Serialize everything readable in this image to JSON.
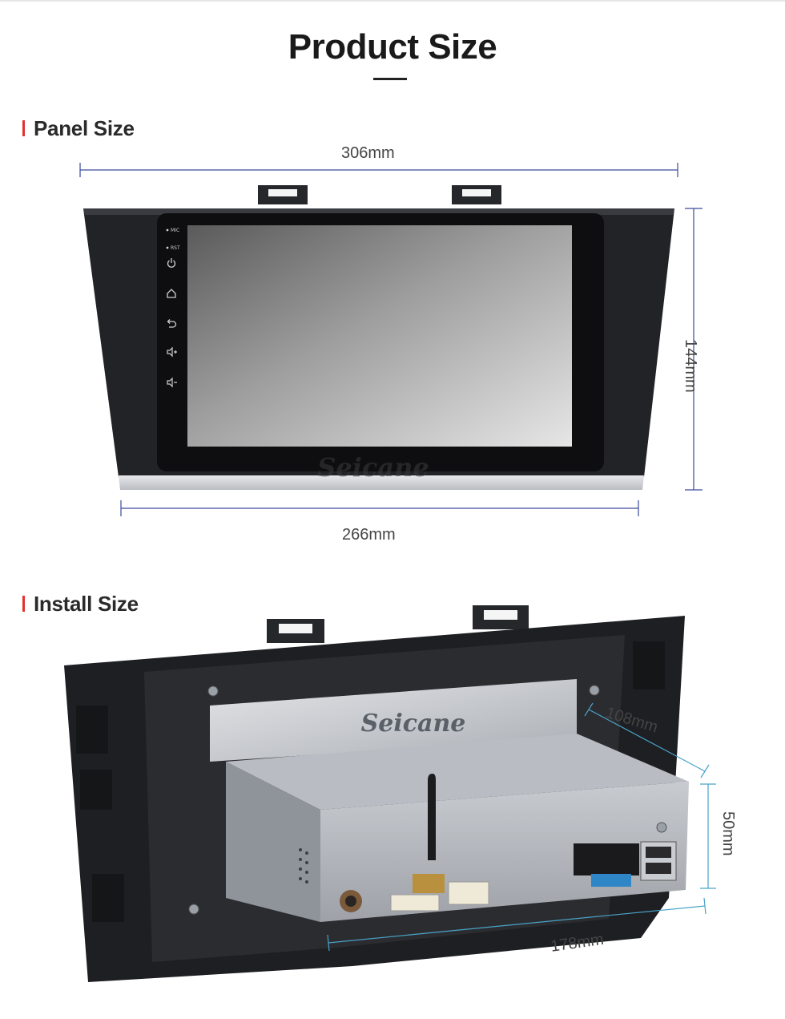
{
  "page": {
    "title": "Product Size"
  },
  "panel_section": {
    "heading": "Panel Size",
    "width_top": "306mm",
    "height_side": "144mm",
    "width_bottom": "266mm",
    "brand_watermark": "Seicane",
    "side_buttons": [
      "MIC",
      "RST",
      "power-icon",
      "home-icon",
      "back-icon",
      "volume-up-icon",
      "volume-down-icon"
    ]
  },
  "install_section": {
    "heading": "Install Size",
    "depth": "108mm",
    "height": "50mm",
    "width": "178mm",
    "brand_label": "Seicane"
  },
  "colors": {
    "accent_marker": "#e0322f",
    "dimension_line": "#3b4a9c",
    "install_dimension_line": "#4aa3c8"
  }
}
